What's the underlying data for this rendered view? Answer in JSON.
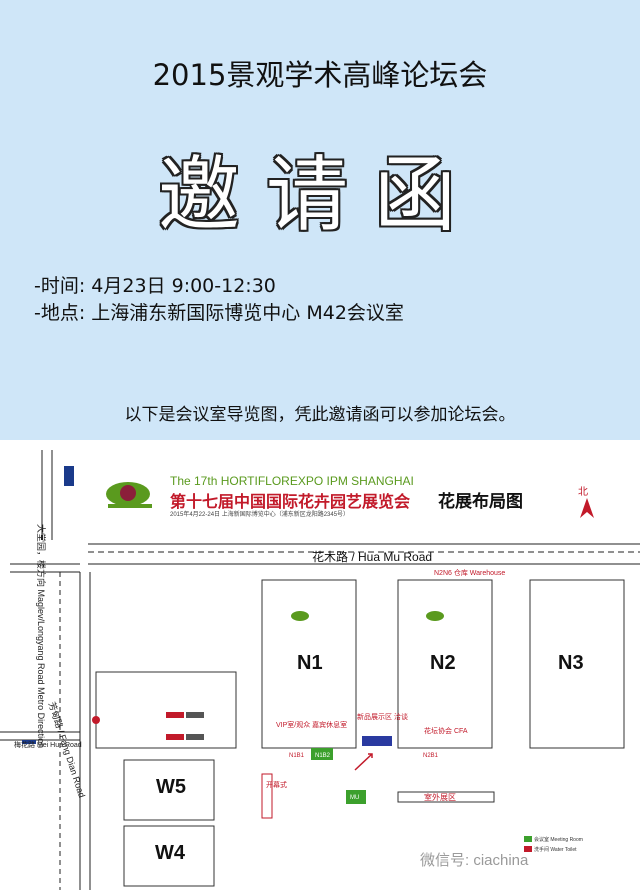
{
  "invitation": {
    "forum_title": "2015景观学术高峰论坛会",
    "heading": "邀请函",
    "time_line": "-时间: 4月23日 9:00-12:30",
    "place_line": "-地点: 上海浦东新国际博览中心 M42会议室",
    "note": "以下是会议室导览图，凭此邀请函可以参加论坛会。",
    "background_color": "#cfe6f8"
  },
  "map": {
    "expo_en": "The 17th HORTIFLOREXPO IPM SHANGHAI",
    "expo_cn": "第十七届中国国际花卉园艺展览会",
    "expo_date": "2015年4月22-24日 上海新国际博览中心（浦东新区龙阳路2345号）",
    "layout_title": "花展布局图",
    "north_label": "北",
    "main_road": "花木路 / Hua Mu Road",
    "left_road": "大堂园，楼方向 Maglev/Longyang Road Metro Direction",
    "fang_road": "芳甸路 / Fang Dian Road",
    "mei_road": "梅花路 Mei Hua Road",
    "halls": {
      "n1": "N1",
      "n2": "N2",
      "n3": "N3",
      "w5": "W5",
      "w4": "W4"
    },
    "labels": {
      "warehouse": "N2N6 仓库 Warehouse",
      "vip": "VIP室/观众 嘉宾休息室",
      "new_products": "新品展示区 洽谈",
      "cfa": "花坛协会 CFA",
      "outdoor": "室外展区",
      "opening": "开幕式",
      "n1b1": "N1B1",
      "n1b2": "N1B2",
      "n2b1": "N2B1",
      "mu": "MU"
    },
    "legend": {
      "meeting_room": "会议室 Meeting Room",
      "toilet": "洗手间 Water Toilet"
    },
    "watermark": "微信号: ciachina",
    "colors": {
      "accent_red": "#c21a2a",
      "brand_green": "#5a9a1e",
      "meeting_green": "#3ca02c",
      "display_blue": "#2a3aa0"
    }
  }
}
